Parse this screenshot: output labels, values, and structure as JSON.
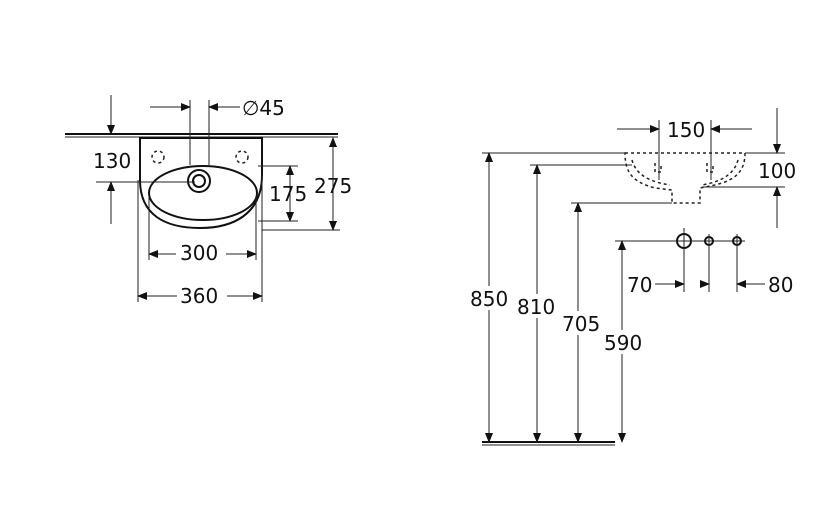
{
  "top_view": {
    "diameter_label": "∅45",
    "height_130": "130",
    "depth_175": "175",
    "depth_275": "275",
    "width_300": "300",
    "width_360": "360"
  },
  "side_view": {
    "spacing_150": "150",
    "depth_100": "100",
    "height_850": "850",
    "height_810": "810",
    "height_705": "705",
    "height_590": "590",
    "offset_70": "70",
    "offset_80": "80"
  }
}
